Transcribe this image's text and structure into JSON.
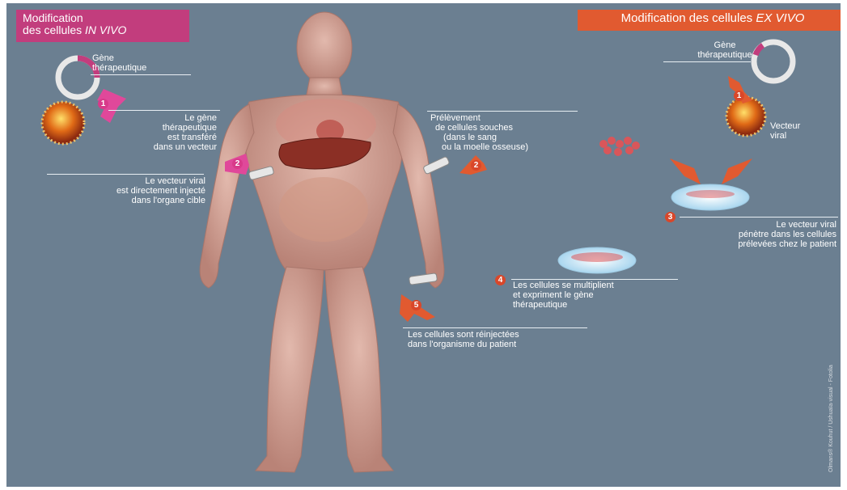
{
  "headers": {
    "in_vivo_line1": "Modification",
    "in_vivo_line2_prefix": "des cellules ",
    "in_vivo_line2_em": "IN VIVO",
    "ex_vivo_prefix": "Modification des cellules ",
    "ex_vivo_em": "EX VIVO"
  },
  "left": {
    "gene_label": [
      "Gène",
      "thérapeutique"
    ],
    "step1_text": [
      "Le gène",
      "thérapeutique",
      "est transféré",
      "dans un vecteur"
    ],
    "step2_text": [
      "Le vecteur viral",
      "est directement injecté",
      "dans l'organe cible"
    ]
  },
  "right": {
    "gene_label": [
      "Gène",
      "thérapeutique"
    ],
    "vector_label": [
      "Vecteur",
      "viral"
    ],
    "sampling_text": [
      "Prélèvement",
      "de cellules souches",
      "(dans le sang",
      "ou la moelle osseuse)"
    ],
    "step3_text": [
      "Le vecteur viral",
      "pénètre dans les cellules",
      "prélevées chez le patient"
    ],
    "step4_text": [
      "Les cellules se multiplient",
      "et expriment le gène",
      "thérapeutique"
    ],
    "step5_text": [
      "Les cellules sont réinjectées",
      "dans l'organisme du patient"
    ]
  },
  "step_numbers": {
    "in_vivo_1": "1",
    "in_vivo_2": "2",
    "ex_vivo_1": "1",
    "ex_vivo_2": "2",
    "ex_vivo_3": "3",
    "ex_vivo_4": "4",
    "ex_vivo_5": "5"
  },
  "credit": "Olmans® Kouhut / Ushuaïa·visual - Fotolia",
  "colors": {
    "background": "#6b7f91",
    "in_vivo_accent": "#c23d7d",
    "ex_vivo_accent": "#e15a30",
    "skin": "#d4a79a",
    "liver": "#8b2f25"
  }
}
